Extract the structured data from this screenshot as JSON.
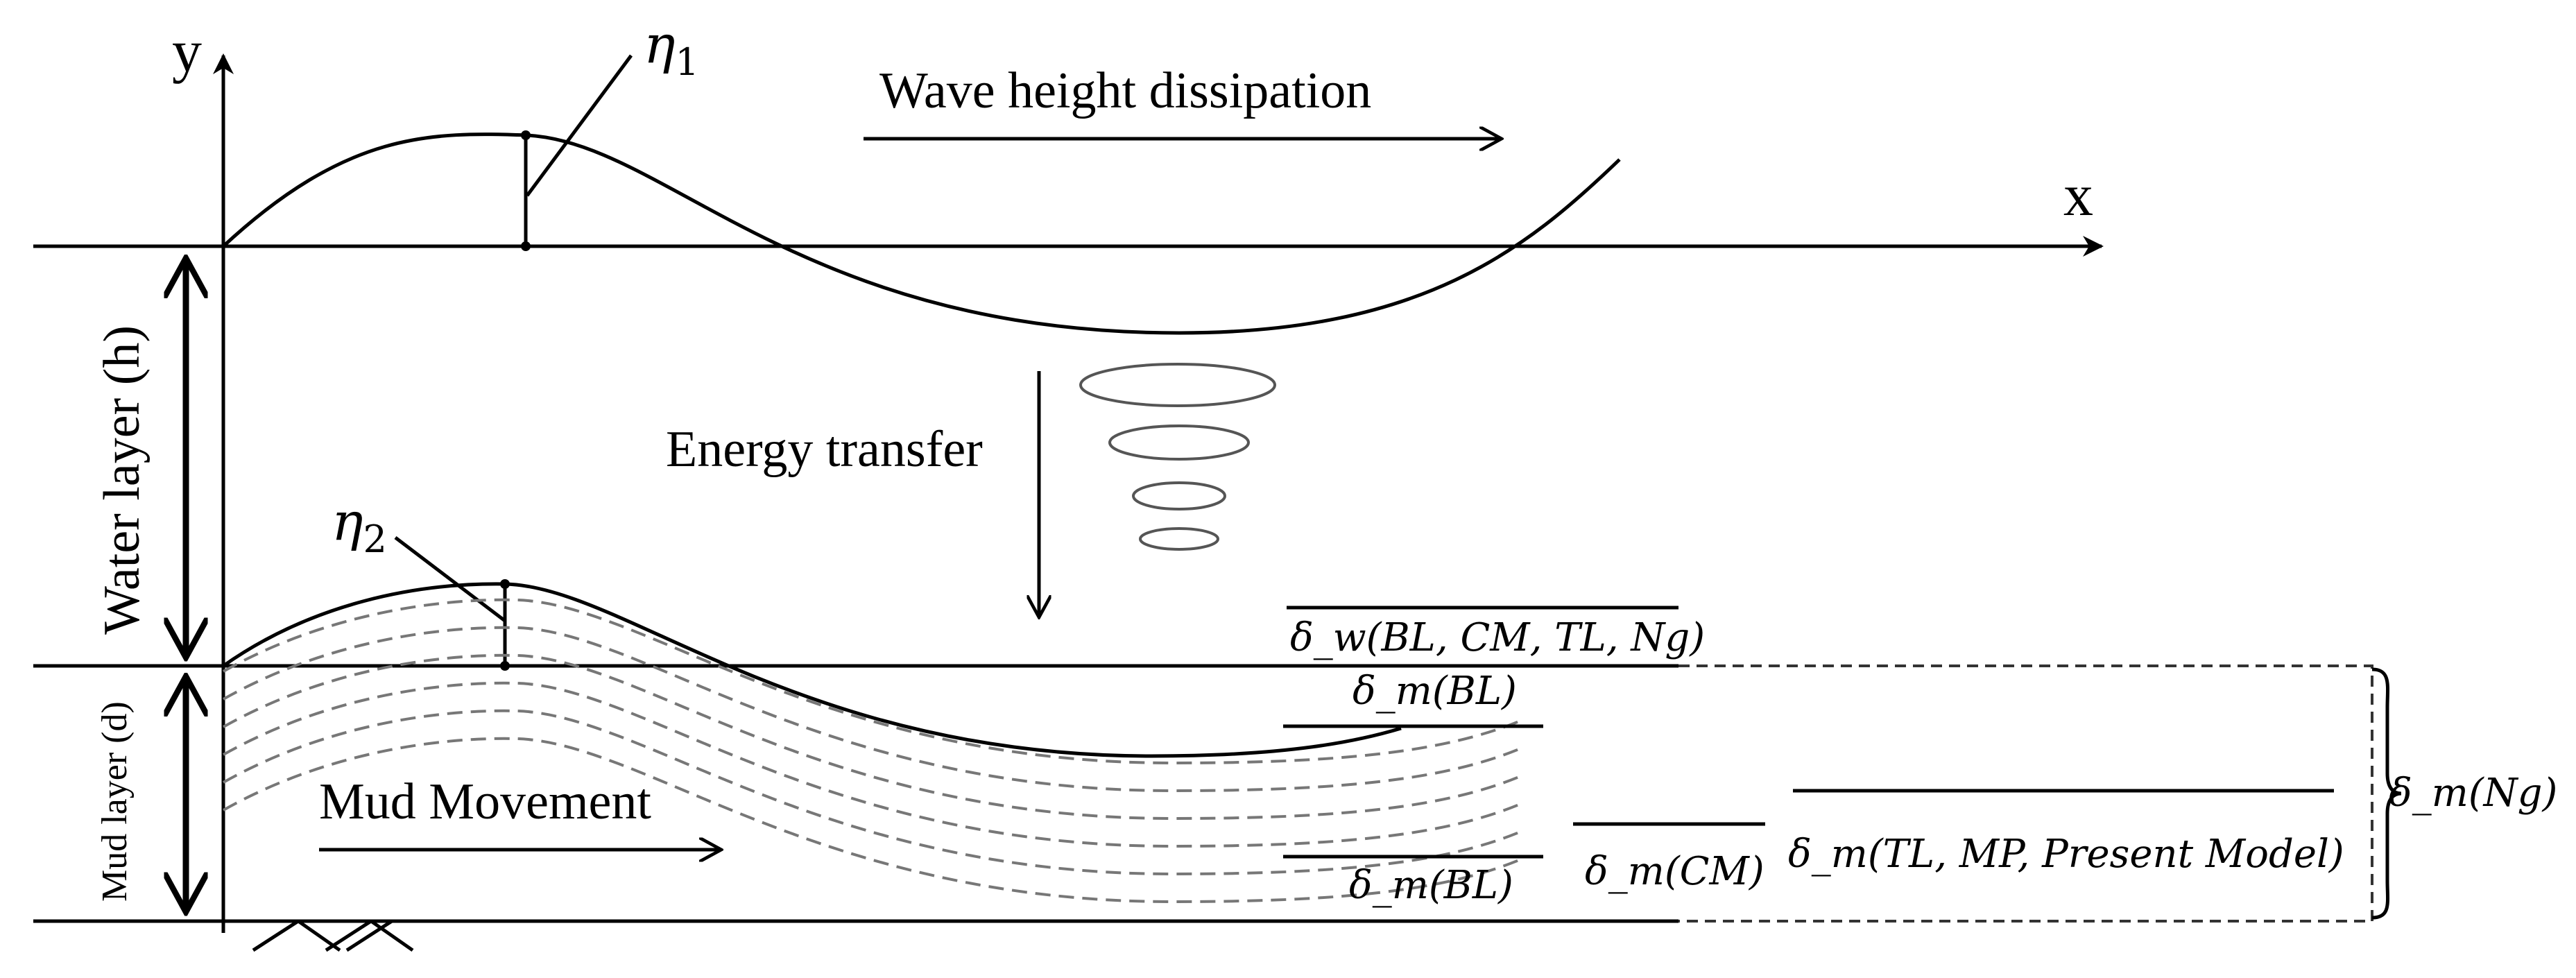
{
  "axes": {
    "y_label": "y",
    "x_label": "x"
  },
  "surface": {
    "eta_label": "η",
    "eta_sub": "1"
  },
  "interface": {
    "eta_label": "η",
    "eta_sub": "2"
  },
  "annotations": {
    "wave_dissipation": "Wave height dissipation",
    "energy_transfer": "Energy transfer",
    "mud_movement": "Mud Movement",
    "water_layer": "Water layer (h)",
    "mud_layer": "Mud layer (d)"
  },
  "thickness_labels": {
    "dw_bl_cm_tl_ng": "δ_w(BL, CM, TL, Ng)",
    "dm_bl_top": "δ_m(BL)",
    "dm_bl_bottom": "δ_m(BL)",
    "dm_cm": "δ_m(CM)",
    "dm_tl_mp_present": "δ_m(TL, MP, Present Model)",
    "dm_ng": "δ_m(Ng)"
  }
}
